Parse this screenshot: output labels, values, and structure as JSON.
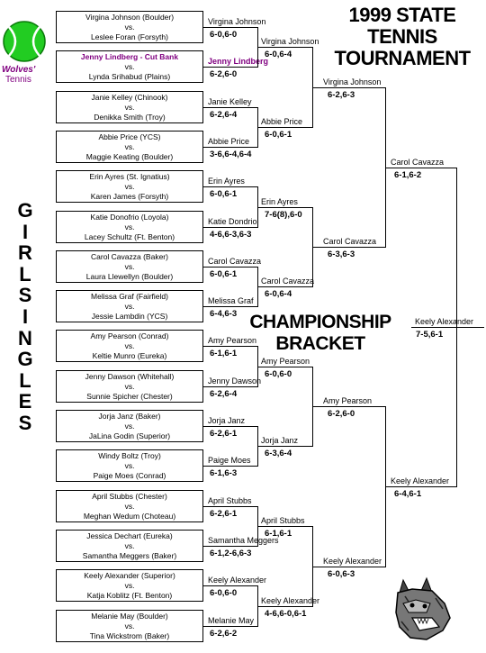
{
  "title": [
    "1999 STATE",
    "TENNIS",
    "TOURNAMENT"
  ],
  "subtitle": [
    "CHAMPIONSHIP",
    "BRACKET"
  ],
  "side_label": "GIRLSINGLES",
  "logo": {
    "line1": "Wolves'",
    "line2": "Tennis",
    "color": "#800080",
    "ball_color": "#22cc22"
  },
  "highlight_color": "#800080",
  "matches": [
    {
      "p1": "Virgina Johnson (Boulder)",
      "vs": "vs.",
      "p2": "Leslee Foran (Forsyth)",
      "winner": "Virgina Johnson",
      "score": "6-0,6-0"
    },
    {
      "p1": "Jenny Lindberg - Cut Bank",
      "vs": "vs.",
      "p2": "Lynda Srihabud (Plains)",
      "winner": "Jenny Lindberg",
      "score": "6-2,6-0",
      "highlight": true
    },
    {
      "p1": "Janie Kelley (Chinook)",
      "vs": "vs.",
      "p2": "Denikka Smith (Troy)",
      "winner": "Janie Kelley",
      "score": "6-2,6-4"
    },
    {
      "p1": "Abbie Price (YCS)",
      "vs": "vs.",
      "p2": "Maggie Keating (Boulder)",
      "winner": "Abbie Price",
      "score": "3-6,6-4,6-4"
    },
    {
      "p1": "Erin Ayres (St. Ignatius)",
      "vs": "vs.",
      "p2": "Karen James (Forsyth)",
      "winner": "Erin Ayres",
      "score": "6-0,6-1"
    },
    {
      "p1": "Katie Donofrio (Loyola)",
      "vs": "vs.",
      "p2": "Lacey Schultz (Ft. Benton)",
      "winner": "Katie Dondrio",
      "score": "4-6,6-3,6-3"
    },
    {
      "p1": "Carol Cavazza (Baker)",
      "vs": "vs.",
      "p2": "Laura Llewellyn (Boulder)",
      "winner": "Carol Cavazza",
      "score": "6-0,6-1"
    },
    {
      "p1": "Melissa Graf (Fairfield)",
      "vs": "vs.",
      "p2": "Jessie Lambdin (YCS)",
      "winner": "Melissa Graf",
      "score": "6-4,6-3"
    },
    {
      "p1": "Amy Pearson (Conrad)",
      "vs": "vs.",
      "p2": "Keltie Munro (Eureka)",
      "winner": "Amy Pearson",
      "score": "6-1,6-1"
    },
    {
      "p1": "Jenny Dawson (Whitehall)",
      "vs": "vs.",
      "p2": "Sunnie Spicher (Chester)",
      "winner": "Jenny Dawson",
      "score": "6-2,6-4"
    },
    {
      "p1": "Jorja Janz (Baker)",
      "vs": "vs.",
      "p2": "JaLina Godin (Superior)",
      "winner": "Jorja Janz",
      "score": "6-2,6-1"
    },
    {
      "p1": "Windy Boltz (Troy)",
      "vs": "vs.",
      "p2": "Paige Moes (Conrad)",
      "winner": "Paige Moes",
      "score": "6-1,6-3"
    },
    {
      "p1": "April Stubbs (Chester)",
      "vs": "vs.",
      "p2": "Meghan Wedum (Choteau)",
      "winner": "April Stubbs",
      "score": "6-2,6-1"
    },
    {
      "p1": "Jessica Dechart (Eureka)",
      "vs": "vs.",
      "p2": "Samantha Meggers (Baker)",
      "winner": "Samantha Meggers",
      "score": "6-1,2-6,6-3"
    },
    {
      "p1": "Keely Alexander (Superior)",
      "vs": "vs.",
      "p2": "Katja Koblitz (Ft. Benton)",
      "winner": "Keely Alexander",
      "score": "6-0,6-0"
    },
    {
      "p1": "Melanie May (Boulder)",
      "vs": "vs.",
      "p2": "Tina Wickstrom (Baker)",
      "winner": "Melanie May",
      "score": "6-2,6-2"
    }
  ],
  "round2": [
    {
      "winner": "Virgina Johnson",
      "score": "6-0,6-4"
    },
    {
      "winner": "Abbie Price",
      "score": "6-0,6-1"
    },
    {
      "winner": "Erin Ayres",
      "score": "7-6(8),6-0"
    },
    {
      "winner": "Carol Cavazza",
      "score": "6-0,6-4"
    },
    {
      "winner": "Amy Pearson",
      "score": "6-0,6-0"
    },
    {
      "winner": "Jorja Janz",
      "score": "6-3,6-4"
    },
    {
      "winner": "April Stubbs",
      "score": "6-1,6-1"
    },
    {
      "winner": "Keely Alexander",
      "score": "4-6,6-0,6-1"
    }
  ],
  "round3": [
    {
      "winner": "Virgina Johnson",
      "score": "6-2,6-3"
    },
    {
      "winner": "Carol Cavazza",
      "score": "6-3,6-3"
    },
    {
      "winner": "Amy Pearson",
      "score": "6-2,6-0"
    },
    {
      "winner": "Keely Alexander",
      "score": "6-0,6-3"
    }
  ],
  "round4": [
    {
      "winner": "Carol Cavazza",
      "score": "6-1,6-2"
    },
    {
      "winner": "Keely Alexander",
      "score": "6-4,6-1"
    }
  ],
  "champion": {
    "winner": "Keely Alexander",
    "score": "7-5,6-1"
  }
}
